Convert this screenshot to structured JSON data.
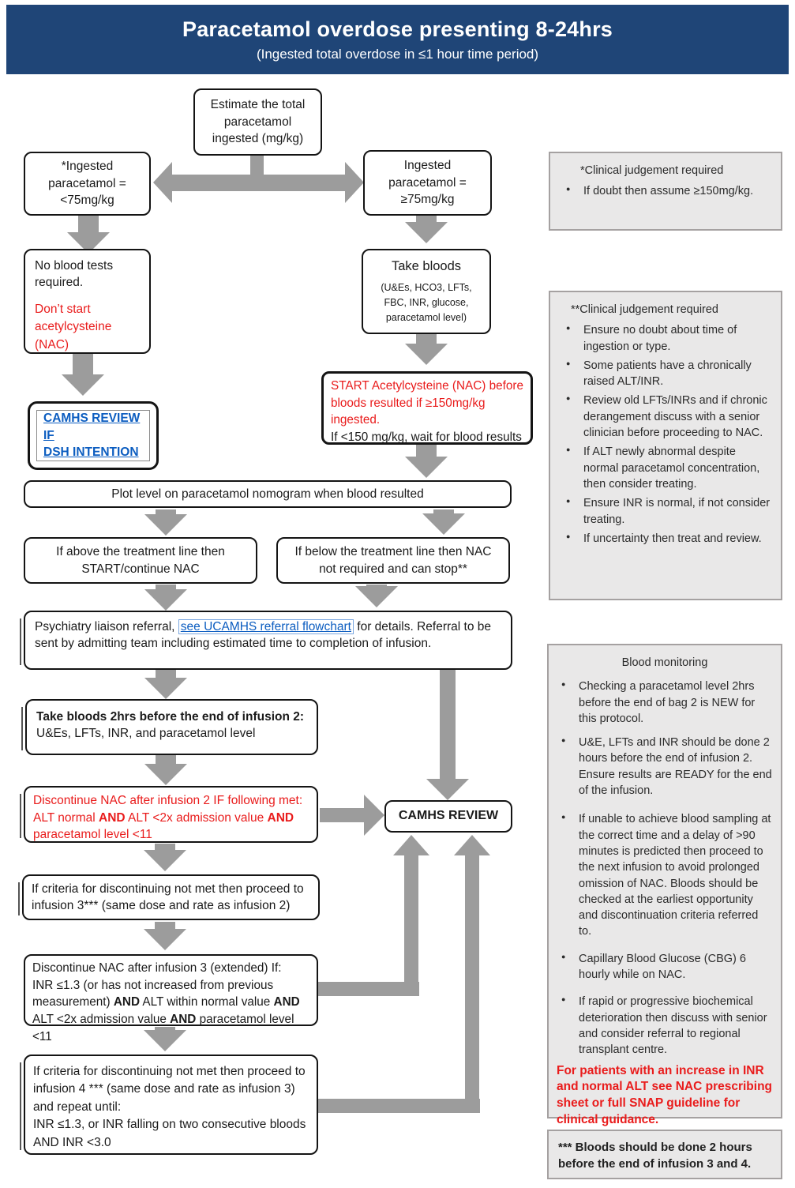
{
  "header": {
    "title": "Paracetamol overdose presenting 8-24hrs",
    "subtitle": "(Ingested total overdose in ≤1 hour time period)"
  },
  "colors": {
    "header_bg": "#1f4577",
    "arrow_gray": "#9c9c9c",
    "alert_red": "#e91c1c",
    "link_blue": "#0c5dc0",
    "panel_bg": "#e9e8e8"
  },
  "flow": {
    "estimate": "Estimate the total paracetamol ingested (mg/kg)",
    "ingested_low": "*Ingested paracetamol = <75mg/kg",
    "ingested_high": "Ingested paracetamol = ≥75mg/kg",
    "no_bloods": {
      "black": "No blood tests required.",
      "red": "Don’t start acetylcysteine (NAC)"
    },
    "take_bloods": {
      "title": "Take bloods",
      "detail": "(U&Es, HCO3, LFTs, FBC, INR, glucose, paracetamol level)"
    },
    "camhs_dsh": {
      "line1": "CAMHS REVIEW IF",
      "line2": "DSH INTENTION"
    },
    "start_nac": {
      "red": "START Acetylcysteine (NAC) before bloods resulted if ≥150mg/kg ingested.",
      "black": "If <150 mg/kg, wait for blood results"
    },
    "plot_level": "Plot level on paracetamol nomogram when blood resulted",
    "above_line": "If above the treatment line then START/continue NAC",
    "below_line": "If below the treatment line then NAC not required and can stop**",
    "psychiatry": {
      "pre": "Psychiatry liaison referral, ",
      "link": "see UCAMHS referral flowchart",
      "post": " for details. Referral to be sent by admitting team including estimated time to completion of infusion."
    },
    "take_bloods2": {
      "bold": "Take bloods 2hrs before the end of infusion 2:",
      "normal": "U&Es, LFTs, INR, and paracetamol level"
    },
    "discontinue2": {
      "line1": "Discontinue NAC after infusion 2 IF following met:",
      "s1": "ALT normal ",
      "and1": "AND",
      "s2": " ALT <2x admission value ",
      "and2": "AND",
      "s3": " paracetamol level <11"
    },
    "camhs_review": "CAMHS REVIEW",
    "infusion3": "If criteria for discontinuing not met then proceed to infusion 3*** (same dose and rate as infusion 2)",
    "discontinue3": {
      "line1": "Discontinue NAC after infusion 3 (extended) If:",
      "s1": "INR ≤1.3 (or has not increased from previous measurement) ",
      "and1": "AND",
      "s2": " ALT within normal value ",
      "and2": "AND",
      "s3": " ALT <2x admission value ",
      "and3": "AND",
      "s4": " paracetamol level <11"
    },
    "infusion4": {
      "p1": "If criteria for discontinuing not met then proceed to infusion 4 *** (same dose and rate as infusion 3) and repeat until:",
      "p2": "INR ≤1.3, or INR falling on two consecutive bloods AND INR <3.0"
    }
  },
  "sidebar": {
    "clinical1": {
      "title": "*Clinical judgement required",
      "bullets": [
        "If doubt then assume ≥150mg/kg."
      ]
    },
    "clinical2": {
      "title": "**Clinical judgement required",
      "bullets": [
        "Ensure no doubt about time of ingestion or type.",
        "Some patients have a chronically raised ALT/INR.",
        "Review old LFTs/INRs and if chronic derangement discuss with a senior clinician before proceeding to NAC.",
        "If ALT newly abnormal despite normal paracetamol concentration, then consider treating.",
        "Ensure INR is normal, if not consider treating.",
        "If uncertainty then treat and review."
      ]
    },
    "blood_monitoring": {
      "title": "Blood monitoring",
      "bullets": [
        "Checking a paracetamol level 2hrs before the end of bag 2 is NEW for this protocol.",
        "U&E, LFTs and INR should be done 2 hours before the end of infusion 2. Ensure results are READY for the end of the infusion.",
        "If unable to achieve blood sampling at the correct time and a delay of >90 minutes is predicted then proceed to the next infusion to avoid prolonged omission of NAC. Bloods should be checked at the earliest opportunity and discontinuation criteria referred to.",
        "Capillary Blood Glucose (CBG) 6 hourly while on NAC.",
        "If rapid or progressive biochemical deterioration then discuss with senior and consider referral to regional transplant centre."
      ],
      "warning": "For patients with an increase in INR and normal ALT see NAC prescribing sheet or full SNAP guideline for clinical guidance."
    },
    "bloods_note": "*** Bloods should be done 2 hours before the end of infusion 3 and 4."
  }
}
